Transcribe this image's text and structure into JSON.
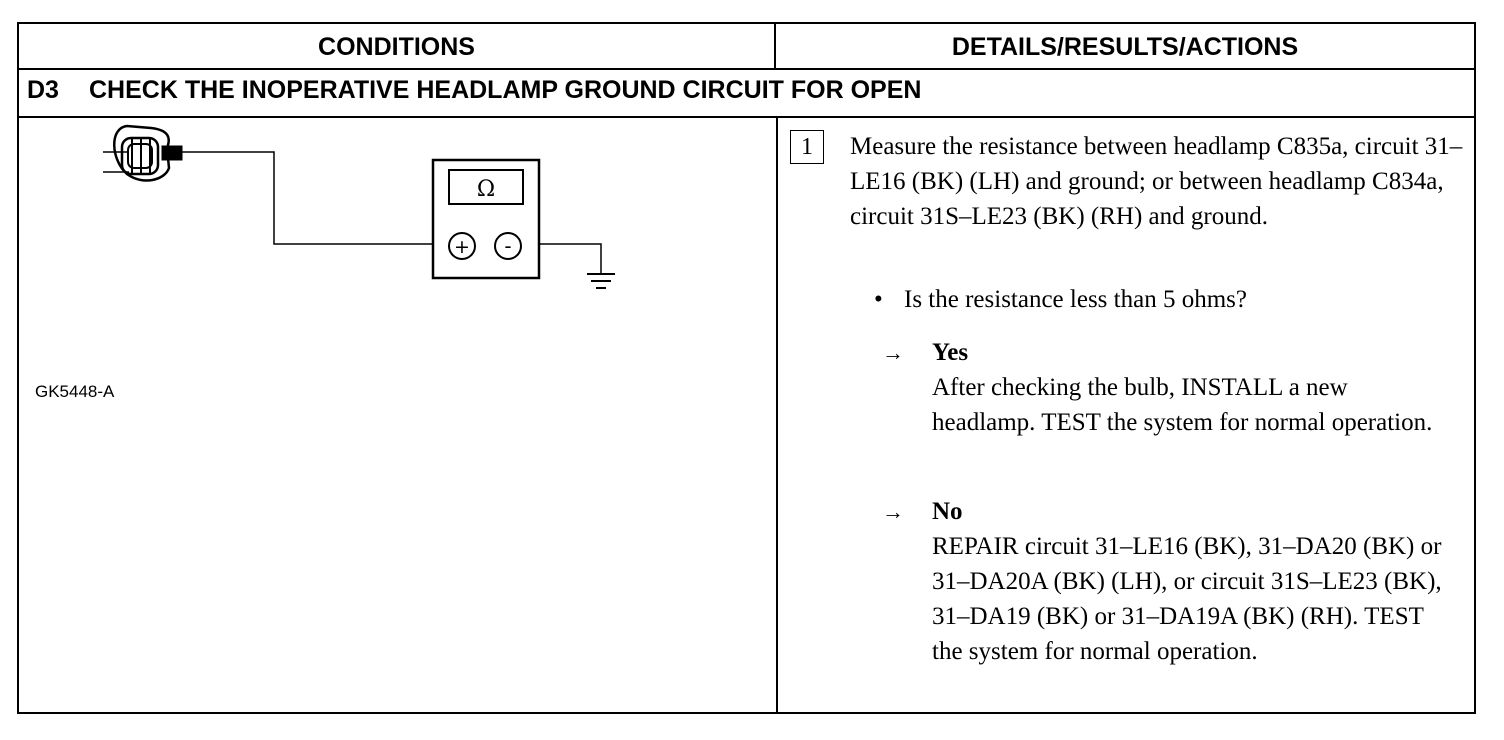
{
  "header": {
    "conditions": "CONDITIONS",
    "details": "DETAILS/RESULTS/ACTIONS"
  },
  "step": {
    "id": "D3",
    "title": "CHECK THE INOPERATIVE HEADLAMP GROUND CIRCUIT FOR OPEN"
  },
  "diagram": {
    "figure_id": "GK5448-A",
    "meter_symbol": "Ω",
    "plus": "+",
    "minus": "-"
  },
  "action": {
    "number": "1",
    "instruction": "Measure the resistance between headlamp C835a, circuit 31–LE16 (BK) (LH) and ground; or between headlamp C834a, circuit 31S–LE23 (BK) (RH) and ground.",
    "bullet": "•",
    "question": "Is the resistance less than 5 ohms?",
    "arrow": "→",
    "yes_label": "Yes",
    "yes_text": "After checking the bulb, INSTALL a new headlamp. TEST the system for normal operation.",
    "no_label": "No",
    "no_text": "REPAIR circuit 31–LE16 (BK), 31–DA20 (BK) or 31–DA20A (BK) (LH),  or circuit 31S–LE23 (BK), 31–DA19 (BK) or 31–DA19A (BK) (RH). TEST the system for normal operation."
  }
}
